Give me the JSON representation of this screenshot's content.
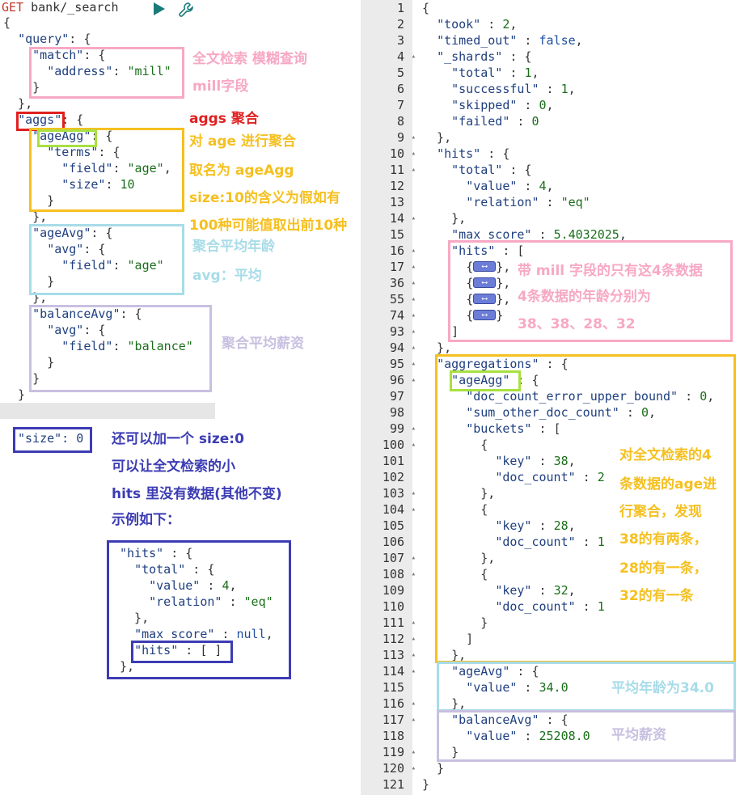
{
  "request": {
    "method": "GET",
    "path": "bank/_search",
    "lines": [
      "{",
      "  \"query\": {",
      "    \"match\": {",
      "      \"address\": \"mill\"",
      "    }",
      "  },",
      "  \"aggs\": {",
      "    \"ageAgg\": {",
      "      \"terms\": {",
      "        \"field\": \"age\",",
      "        \"size\": 10",
      "      }",
      "    },",
      "    \"ageAvg\": {",
      "      \"avg\": {",
      "        \"field\": \"age\"",
      "      }",
      "    },",
      "    \"balanceAvg\": {",
      "      \"avg\": {",
      "        \"field\": \"balance\"",
      "      }",
      "    }",
      "  }",
      "}"
    ],
    "size_snippet": "\"size\": 0"
  },
  "example_hits": [
    "\"hits\" : {",
    "  \"total\" : {",
    "    \"value\" : 4,",
    "    \"relation\" : \"eq\"",
    "  },",
    "  \"max_score\" : null,",
    "  \"hits\" : [ ]",
    "},"
  ],
  "response": {
    "line_numbers": [
      "1",
      "2",
      "3",
      "4",
      "5",
      "6",
      "7",
      "8",
      "9",
      "10",
      "11",
      "12",
      "13",
      "14",
      "15",
      "16",
      "17",
      "36",
      "55",
      "74",
      "93",
      "94",
      "95",
      "96",
      "97",
      "98",
      "99",
      "100",
      "101",
      "102",
      "103",
      "104",
      "105",
      "106",
      "107",
      "108",
      "109",
      "110",
      "111",
      "112",
      "113",
      "114",
      "115",
      "116",
      "117",
      "118",
      "119",
      "120",
      "121"
    ],
    "folded_lines": [
      "4",
      "9",
      "10",
      "11",
      "14",
      "16",
      "17",
      "36",
      "55",
      "74",
      "93",
      "94",
      "95",
      "96",
      "99",
      "100",
      "103",
      "104",
      "107",
      "108",
      "111",
      "112",
      "113",
      "114",
      "116",
      "117",
      "119",
      "120"
    ],
    "lines": [
      "{",
      "  \"took\" : 2,",
      "  \"timed_out\" : false,",
      "  \"_shards\" : {",
      "    \"total\" : 1,",
      "    \"successful\" : 1,",
      "    \"skipped\" : 0,",
      "    \"failed\" : 0",
      "  },",
      "  \"hits\" : {",
      "    \"total\" : {",
      "      \"value\" : 4,",
      "      \"relation\" : \"eq\"",
      "    },",
      "    \"max_score\" : 5.4032025,",
      "    \"hits\" : [",
      "      {PILL},",
      "      {PILL},",
      "      {PILL},",
      "      {PILL}",
      "    ]",
      "  },",
      "  \"aggregations\" : {",
      "    \"ageAgg\" : {",
      "      \"doc_count_error_upper_bound\" : 0,",
      "      \"sum_other_doc_count\" : 0,",
      "      \"buckets\" : [",
      "        {",
      "          \"key\" : 38,",
      "          \"doc_count\" : 2",
      "        },",
      "        {",
      "          \"key\" : 28,",
      "          \"doc_count\" : 1",
      "        },",
      "        {",
      "          \"key\" : 32,",
      "          \"doc_count\" : 1",
      "        }",
      "      ]",
      "    },",
      "    \"ageAvg\" : {",
      "      \"value\" : 34.0",
      "    },",
      "    \"balanceAvg\" : {",
      "      \"value\" : 25208.0",
      "    }",
      "  }",
      "}"
    ]
  },
  "annotations": {
    "match_line1": "全文检索 模糊查询",
    "match_line2": "mill字段",
    "aggs": "aggs 聚合",
    "ageagg_1": "对 age 进行聚合",
    "ageagg_2": "取名为 ageAgg",
    "ageagg_3": "size:10的含义为假如有",
    "ageagg_4": "100种可能值取出前10种",
    "ageavg_1": "聚合平均年龄",
    "ageavg_2": "avg：平均",
    "balanceavg": "聚合平均薪资",
    "size_1": "还可以加一个 size:0",
    "size_2": "可以让全文检索的小",
    "size_3": "hits 里没有数据(其他不变)",
    "size_4": "示例如下：",
    "hits_1": "带 mill 字段的只有这4条数据",
    "hits_2": "4条数据的年龄分别为",
    "hits_3": "38、38、28、32",
    "buckets_1": "对全文检索的4",
    "buckets_2": "条数据的age进",
    "buckets_3": "行聚合，发现",
    "buckets_4": "38的有两条，",
    "buckets_5": "28的有一条，",
    "buckets_6": "32的有一条",
    "ageavg_result": "平均年龄为34.0",
    "balance_result": "平均薪资"
  },
  "colors": {
    "pink": "#f7a8c4",
    "red": "#e02020",
    "yellow": "#f5c020",
    "lime": "#a8e040",
    "lightblue": "#a8dce8",
    "lavender": "#c8c0e0",
    "navy": "#3c3cb4"
  },
  "icons": [
    "play-icon",
    "wrench-icon"
  ]
}
